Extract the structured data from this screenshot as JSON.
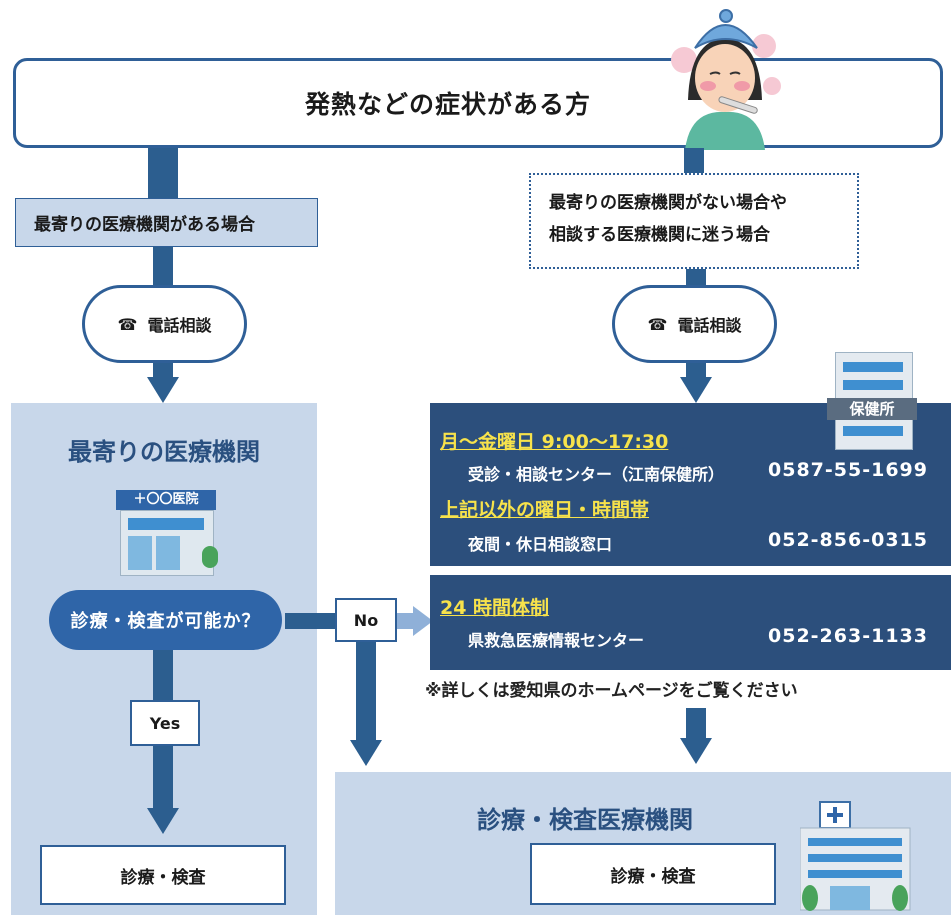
{
  "header": {
    "title": "発熱などの症状がある方"
  },
  "left_branch": {
    "condition": "最寄りの医療機関がある場合",
    "phone_label": "電話相談",
    "panel_title": "最寄りの医療機関",
    "clinic_sign": "＋〇〇医院",
    "question": "診療・検査が可能か？",
    "yes_label": "Yes",
    "no_label": "No",
    "result": "診療・検査"
  },
  "right_branch": {
    "condition_line1": "最寄りの医療機関がない場合や",
    "condition_line2": "相談する医療機関に迷う場合",
    "phone_label": "電話相談",
    "health_center_sign": "保健所",
    "weekday_heading": "月～金曜日 9:00～17:30",
    "weekday_name": "受診・相談センター（江南保健所）",
    "weekday_number": "0587-55-1699",
    "other_heading": "上記以外の曜日・時間帯",
    "other_name": "夜間・休日相談窓口",
    "other_number": "052-856-0315",
    "allday_heading": "24 時間体制",
    "allday_name": "県救急医療情報センター",
    "allday_number": "052-263-1133",
    "note": "※詳しくは愛知県のホームページをご覧ください",
    "final_title": "診療・検査医療機関",
    "final_result": "診療・検査"
  },
  "icons": [
    "phone-icon",
    "sick-person-icon",
    "clinic-building-icon",
    "health-center-building-icon",
    "hospital-building-icon"
  ],
  "colors": {
    "navy": "#2c4f7c",
    "accent_blue": "#2f65a8",
    "light_blue": "#c8d7ea",
    "yellow": "#f7e24b"
  }
}
